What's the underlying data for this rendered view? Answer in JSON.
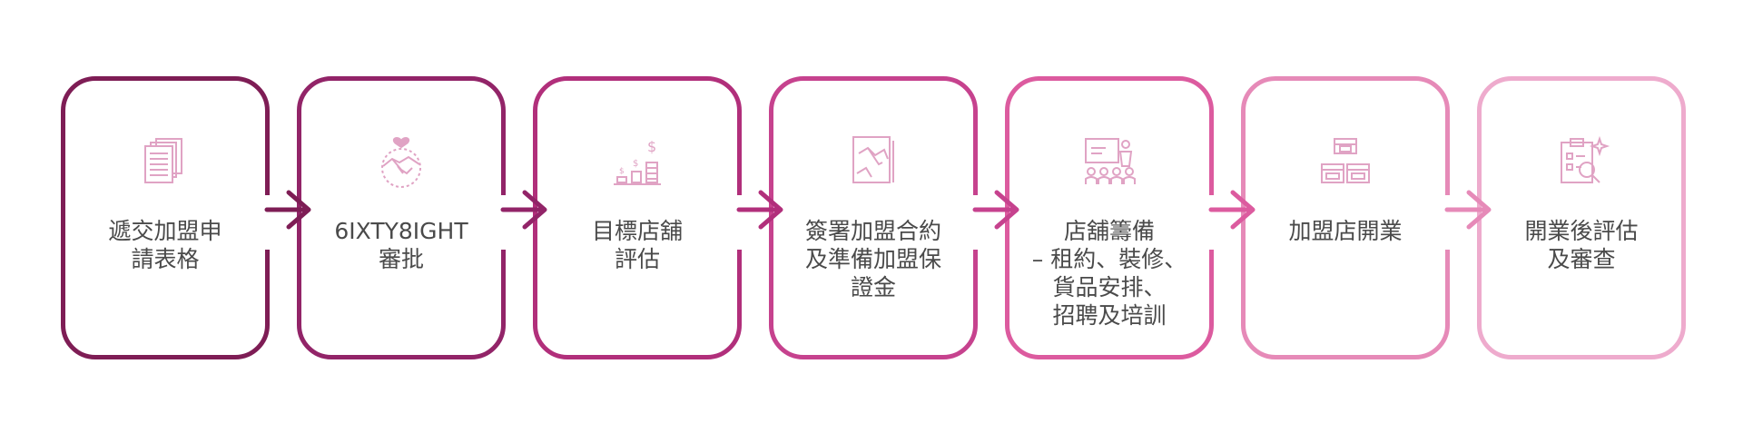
{
  "steps": [
    {
      "label": "遞交加盟申\n請表格",
      "icon": "documents-icon",
      "color": "#7e1d55"
    },
    {
      "label": "6IXTY8IGHT\n審批",
      "icon": "handshake-heart-icon",
      "color": "#922468"
    },
    {
      "label": "目標店舖\n評估",
      "icon": "money-growth-icon",
      "color": "#b12f7b"
    },
    {
      "label": "簽署加盟合約\n及準備加盟保\n證金",
      "icon": "signed-contract-icon",
      "color": "#c6428e"
    },
    {
      "label": "店舖籌備\n– 租約、裝修、\n貨品安排、\n招聘及培訓",
      "icon": "presentation-training-icon",
      "color": "#dc5b9f"
    },
    {
      "label": "加盟店開業",
      "icon": "shop-opening-icon",
      "color": "#e68ab8"
    },
    {
      "label": "開業後評估\n及審查",
      "icon": "clipboard-review-icon",
      "color": "#eeabcd"
    }
  ],
  "colors": {
    "icon": "#e0a3c4",
    "text": "#4a4a4a"
  }
}
